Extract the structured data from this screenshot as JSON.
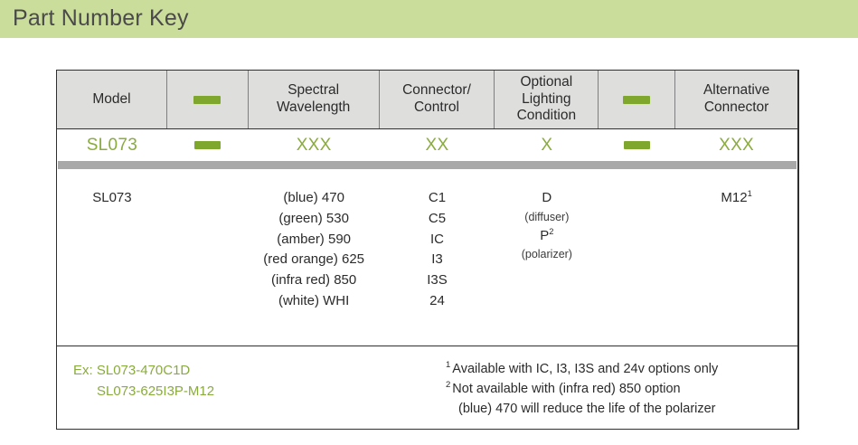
{
  "header": {
    "title": "Part Number Key"
  },
  "colors": {
    "band_green": "#cbdd9b",
    "accent_green": "#8aab3d",
    "dash_green": "#7fa72e",
    "header_gray": "#dededd",
    "divider_gray": "#a8a8a8",
    "text_dark": "#2b2b2b"
  },
  "table": {
    "columns": [
      {
        "header": "Model",
        "code": "SL073",
        "type": "text"
      },
      {
        "header": "dash-icon",
        "code": "dash-icon",
        "type": "dash"
      },
      {
        "header": "Spectral\nWavelength",
        "header_line1": "Spectral",
        "header_line2": "Wavelength",
        "code": "XXX",
        "type": "text"
      },
      {
        "header": "Connector/\nControl",
        "header_line1": "Connector/",
        "header_line2": "Control",
        "code": "XX",
        "type": "text"
      },
      {
        "header": "Optional\nLighting\nCondition",
        "header_line1": "Optional",
        "header_line2": "Lighting",
        "header_line3": "Condition",
        "code": "X",
        "type": "text"
      },
      {
        "header": "dash-icon",
        "code": "dash-icon",
        "type": "dash"
      },
      {
        "header": "Alternative\nConnector",
        "header_line1": "Alternative",
        "header_line2": "Connector",
        "code": "XXX",
        "type": "text"
      }
    ],
    "options": {
      "model": [
        "SL073"
      ],
      "spectral_wavelength": [
        "(blue) 470",
        "(green) 530",
        "(amber) 590",
        "(red orange) 625",
        "(infra red) 850",
        "(white) WHI"
      ],
      "connector_control": [
        "C1",
        "C5",
        "IC",
        "I3",
        "I3S",
        "24"
      ],
      "optional_lighting_condition": {
        "code_1": "D",
        "label_1": "(diffuser)",
        "code_2": "P",
        "code_2_footnote": "2",
        "label_2": "(polarizer)"
      },
      "alternative_connector": {
        "code": "M12",
        "footnote": "1"
      }
    }
  },
  "notes": {
    "example_label": "Ex:",
    "example_1": "SL073-470C1D",
    "example_2": "SL073-625I3P-M12",
    "footnotes": [
      {
        "marker": "1",
        "text": "Available with IC, I3, I3S and 24v options only"
      },
      {
        "marker": "2",
        "text": "Not available with (infra red) 850 option",
        "continuation": "(blue) 470 will reduce the life of the polarizer"
      }
    ]
  }
}
